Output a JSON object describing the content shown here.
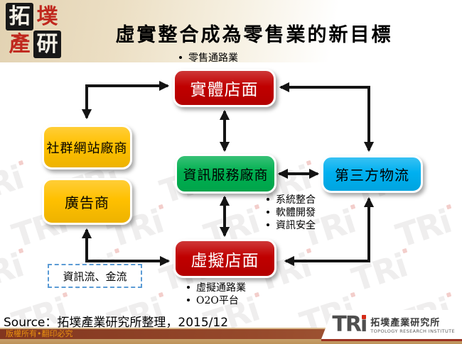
{
  "slide": {
    "title": "虛實整合成為零售業的新目標",
    "logo_characters": [
      "拓",
      "墣",
      "產",
      "研"
    ]
  },
  "diagram": {
    "top_bullet": "零售通路業",
    "nodes": {
      "physical_store": {
        "label": "實體店面",
        "fill": "#C00000",
        "text_color": "#FFFFFF"
      },
      "social_site_vendor": {
        "label": "社群網站廠商",
        "fill": "#FFC000",
        "text_color": "#000000"
      },
      "advertiser": {
        "label": "廣告商",
        "fill": "#FFC000",
        "text_color": "#000000"
      },
      "info_service_vendor": {
        "label": "資訊服務廠商",
        "fill": "#00B050",
        "text_color": "#000000"
      },
      "third_party_logistics": {
        "label": "第三方物流",
        "fill": "#00B0F0",
        "text_color": "#000000"
      },
      "virtual_store": {
        "label": "虛擬店面",
        "fill": "#C00000",
        "text_color": "#FFFFFF"
      }
    },
    "info_service_bullets": [
      "系統整合",
      "軟體開發",
      "資訊安全"
    ],
    "virtual_store_bullets": [
      "虛擬通路業",
      "O2O平台"
    ],
    "flow_label": "資訊流、金流"
  },
  "footer": {
    "source": "Source：拓墣產業研究所整理，2015/12",
    "copyright": "版權所有•翻印必究",
    "brand": {
      "acronym": "TRi",
      "name": "拓墣產業研究所",
      "subtitle": "TOPOLOGY RESEARCH INSTITUTE"
    }
  },
  "watermark": {
    "text": "TRi"
  }
}
